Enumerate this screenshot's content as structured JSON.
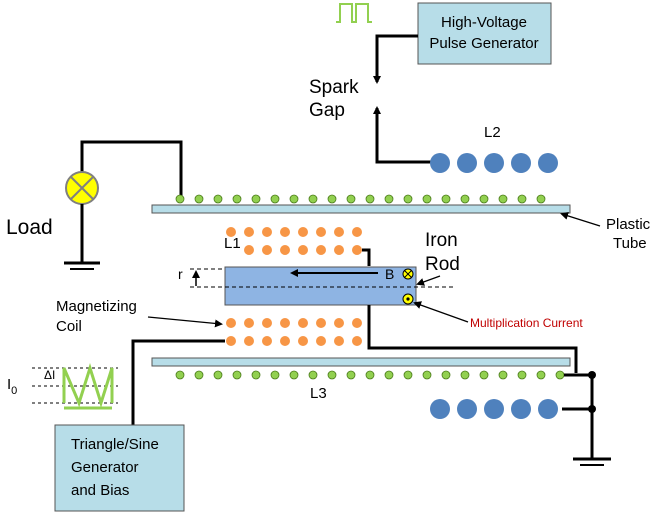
{
  "pulse_generator": {
    "line1": "High-Voltage",
    "line2": "Pulse Generator"
  },
  "triangle_generator": {
    "line1": "Triangle/Sine",
    "line2": "Generator",
    "line3": "and Bias"
  },
  "labels": {
    "spark_line1": "Spark",
    "spark_line2": "Gap",
    "l1": "L1",
    "l2": "L2",
    "l3": "L3",
    "load": "Load",
    "plastic_line1": "Plastic",
    "plastic_line2": "Tube",
    "iron_line1": "Iron",
    "iron_line2": "Rod",
    "b_field": "B",
    "r": "r",
    "magnetizing_line1": "Magnetizing",
    "magnetizing_line2": "Coil",
    "multiplication_current": "Multiplication Current",
    "delta_i": "ΔI",
    "i0_base": "I",
    "i0_sub": "0"
  },
  "colors": {
    "box_fill": "#b7dde8",
    "rod_fill": "#8eb4e3",
    "tube_fill": "#b7dde8",
    "green_dot": "#92d050",
    "orange_dot": "#f79646",
    "blue_dot": "#4f81bd",
    "lamp": "#ffff00",
    "red_text": "#c00000",
    "waveform": "#92d050"
  }
}
